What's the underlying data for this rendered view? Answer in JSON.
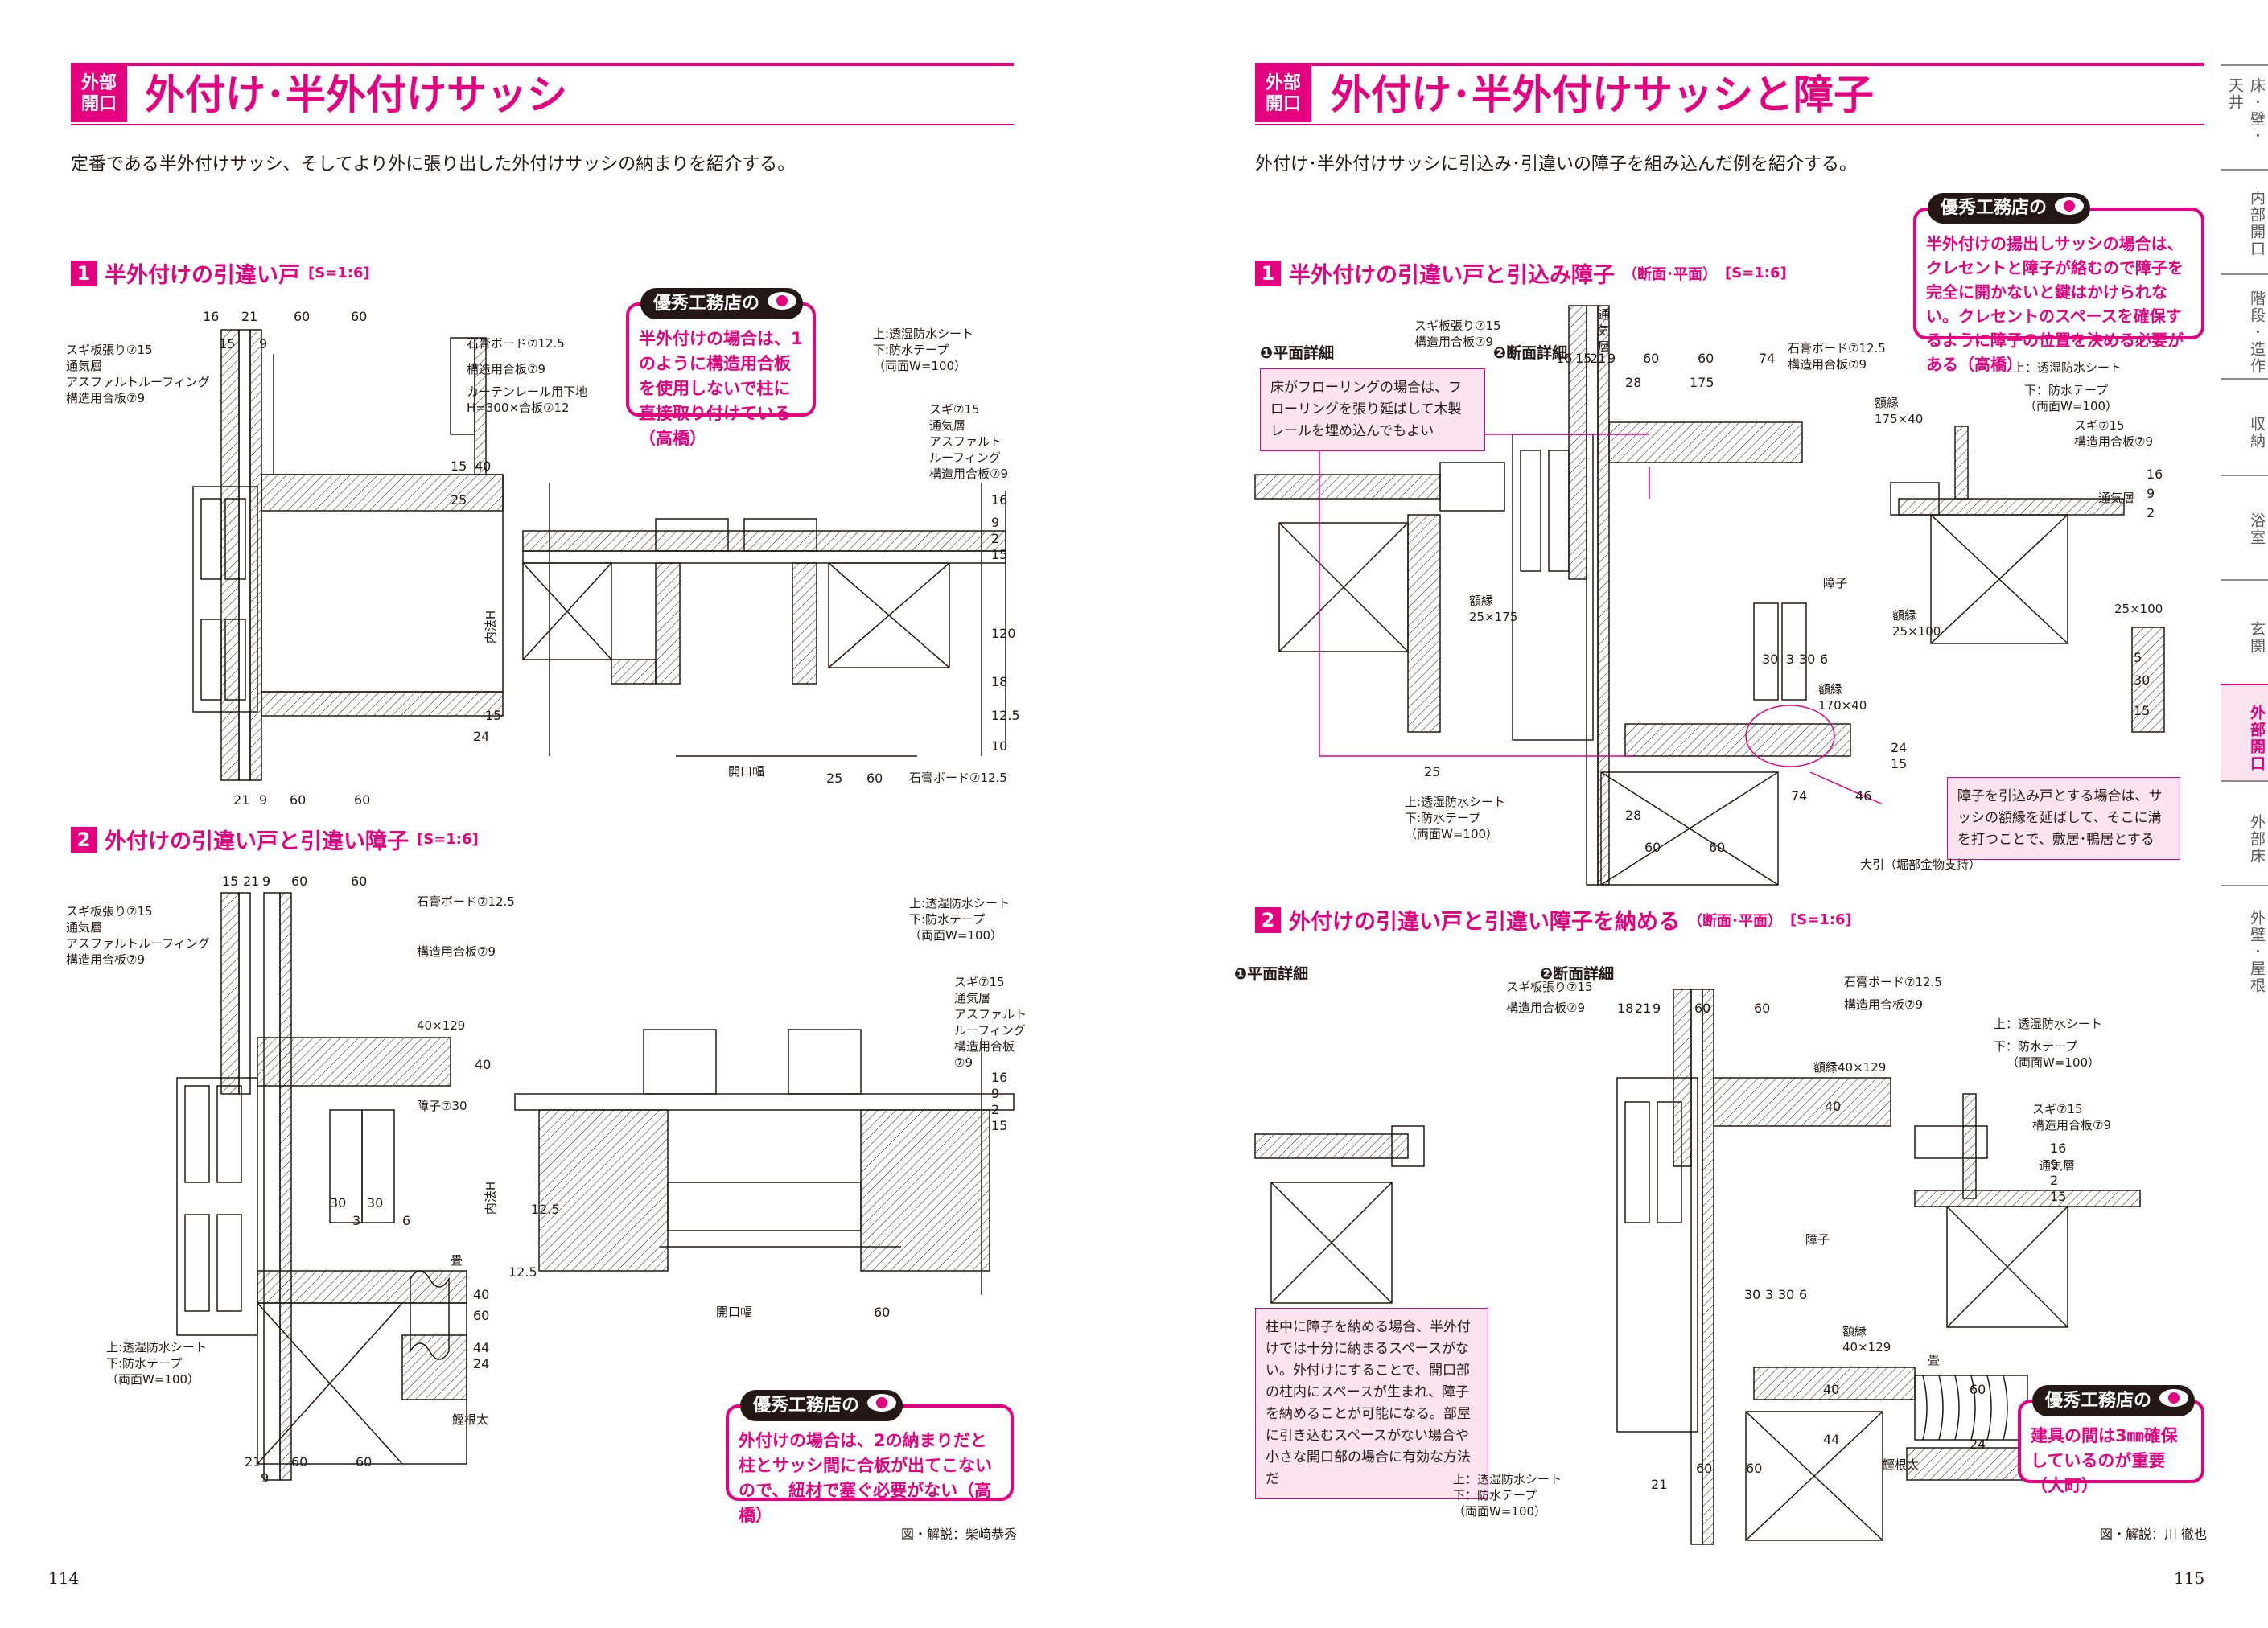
{
  "left": {
    "tag": "外部\n開口",
    "title": "外付け･半外付けサッシ",
    "lead": "定番である半外付けサッシ、そしてより外に張り出した外付けサッシの納まりを紹介する。",
    "sec1": {
      "num": "1",
      "title": "半外付けの引違い戸",
      "scale": "[S=1:6]"
    },
    "sec2": {
      "num": "2",
      "title": "外付けの引違い戸と引違い障子",
      "scale": "[S=1:6]"
    },
    "callout1": {
      "head": "優秀工務店の",
      "text": "半外付けの場合は、1のように構造用合板を使用しないで柱に直接取り付けている（高橋）"
    },
    "callout2": {
      "head": "優秀工務店の",
      "text": "外付けの場合は、2の納まりだと柱とサッシ間に合板が出てこないので、紐材で塞ぐ必要がない（高橋）"
    },
    "labels1": [
      "スギ板張り⑦15",
      "通気層",
      "アスファルトルーフィング",
      "構造用合板⑦9",
      "石膏ボード⑦12.5",
      "構造用合板⑦9",
      "カーテンレール用下地",
      "H=300×合板⑦12",
      "上:透湿防水シート",
      "下:防水テープ",
      "（両面W=100）",
      "スギ⑦15",
      "通気層",
      "アスファルト",
      "ルーフィング",
      "構造用合板⑦9",
      "内法H",
      "開口幅",
      "石膏ボード⑦12.5"
    ],
    "dims1": [
      "16",
      "21",
      "60",
      "60",
      "15",
      "9",
      "40",
      "15",
      "25",
      "15",
      "24",
      "21",
      "9",
      "60",
      "60",
      "25",
      "60",
      "16",
      "9",
      "2",
      "15",
      "120",
      "18",
      "12.5",
      "10"
    ],
    "labels2": [
      "スギ板張り⑦15",
      "通気層",
      "アスファルトルーフィング",
      "構造用合板⑦9",
      "石膏ボード⑦12.5",
      "構造用合板⑦9",
      "40×129",
      "障子⑦30",
      "畳",
      "上:透湿防水シート",
      "下:防水テープ",
      "（両面W=100）",
      "鰹根太",
      "上:透湿防水シート",
      "下:防水テープ",
      "（両面W=100）",
      "スギ⑦15",
      "通気層",
      "アスファルト",
      "ルーフィング",
      "構造用合板",
      "⑦9",
      "内法H",
      "開口幅"
    ],
    "dims2": [
      "15",
      "21",
      "9",
      "60",
      "60",
      "30",
      "30",
      "3",
      "6",
      "40",
      "60",
      "44",
      "24",
      "21",
      "9",
      "60",
      "60",
      "40",
      "12.5",
      "12.5",
      "60",
      "16",
      "9",
      "2",
      "15"
    ],
    "credit": "図・解説：柴﨑恭秀",
    "folio": "114"
  },
  "right": {
    "tag": "外部\n開口",
    "title": "外付け･半外付けサッシと障子",
    "lead": "外付け･半外付けサッシに引込み･引違いの障子を組み込んだ例を紹介する。",
    "sec1": {
      "num": "1",
      "title": "半外付けの引違い戸と引込み障子",
      "sub": "（断面･平面）",
      "scale": "[S=1:6]"
    },
    "sec2": {
      "num": "2",
      "title": "外付けの引違い戸と引違い障子を納める",
      "sub": "（断面･平面）",
      "scale": "[S=1:6]"
    },
    "sub1a": "❶平面詳細",
    "sub1b": "❷断面詳細",
    "sub2a": "❶平面詳細",
    "sub2b": "❷断面詳細",
    "callout1": {
      "head": "優秀工務店の",
      "text": "半外付けの揚出しサッシの場合は、クレセントと障子が絡むので障子を完全に開かないと鍵はかけられない。クレセントのスペースを確保するように障子の位置を決める必要がある（高橋）"
    },
    "callout2": {
      "head": "優秀工務店の",
      "text": "建具の間は3㎜確保しているのが重要（大町）"
    },
    "note1": "床がフローリングの場合は、フローリングを張り延ばして木製レールを埋め込んでもよい",
    "note2": "障子を引込み戸とする場合は、サッシの額縁を延ばして、そこに溝を打つことで、敷居･鴨居とする",
    "note3": "柱中に障子を納める場合、半外付けでは十分に納まるスペースがない。外付けにすることで、開口部の柱内にスペースが生まれ、障子を納めることが可能になる。部屋に引き込むスペースがない場合や小さな開口部の場合に有効な方法だ",
    "labels1": [
      "スギ板張り⑦15",
      "構造用合板⑦9",
      "石膏ボード⑦12.5",
      "構造用合板⑦9",
      "額縁",
      "175×40",
      "上：透湿防水シート",
      "下：防水テープ",
      "（両面W=100）",
      "スギ⑦15",
      "構造用合板⑦9",
      "通気層",
      "額縁",
      "25×175",
      "障子",
      "額縁",
      "25×100",
      "25×100",
      "額縁",
      "170×40",
      "上:透湿防水シート",
      "下:防水テープ",
      "（両面W=100）",
      "大引（堀部金物支持）",
      "通",
      "気",
      "層"
    ],
    "dims1": [
      "16",
      "15",
      "21",
      "9",
      "60",
      "60",
      "74",
      "28",
      "175",
      "25",
      "30",
      "3",
      "30",
      "6",
      "74",
      "46",
      "24",
      "15",
      "28",
      "60",
      "60",
      "5",
      "30",
      "15",
      "16",
      "9",
      "2"
    ],
    "labels2": [
      "スギ板張り⑦15",
      "構造用合板⑦9",
      "石膏ボード⑦12.5",
      "構造用合板⑦9",
      "額縁40×129",
      "上：透湿防水シート",
      "下：防水テープ",
      "（両面W=100）",
      "スギ⑦15",
      "構造用合板⑦9",
      "通気層",
      "障子",
      "額縁",
      "40×129",
      "畳",
      "鰹根太",
      "上：透湿防水シート",
      "下：防水テープ",
      "（両面W=100）"
    ],
    "dims2": [
      "18",
      "21",
      "9",
      "60",
      "60",
      "40",
      "30",
      "3",
      "30",
      "6",
      "40",
      "60",
      "44",
      "24",
      "21",
      "60",
      "60",
      "16",
      "9",
      "2",
      "15"
    ],
    "credit": "図・解説：川 徹也",
    "folio": "115"
  },
  "tabs": [
    "床･壁･天井",
    "内部開口",
    "階段･造作",
    "収納",
    "浴室",
    "玄関",
    "外部開口",
    "外部床",
    "外壁･屋根"
  ],
  "active_tab": "外部開口",
  "colors": {
    "accent": "#e4007f",
    "ink": "#231815",
    "note_bg": "#fce4ef"
  }
}
